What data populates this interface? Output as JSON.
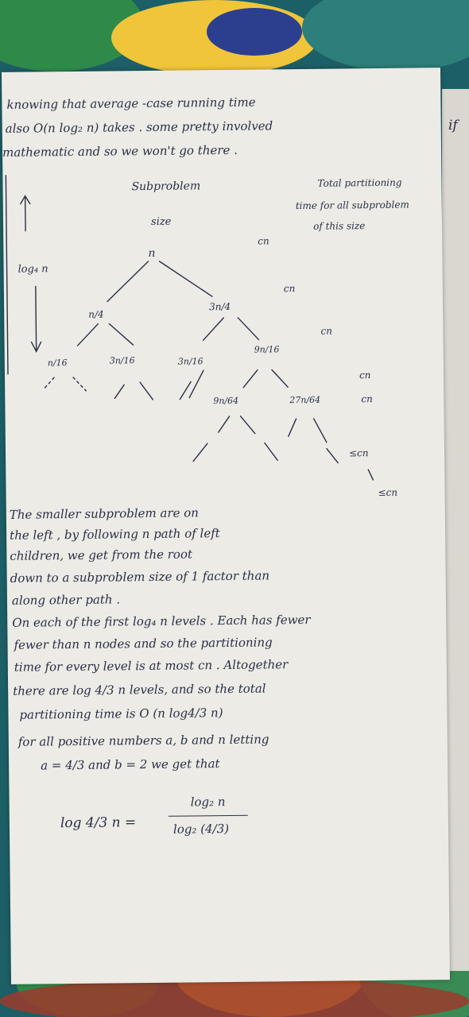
{
  "intro_lines": [
    "knowing that average -case running time",
    "also O(n log₂ n) takes . some pretty involved",
    "mathematic and so we won't go there ."
  ],
  "side_mark": "if",
  "tree": {
    "col_subproblem_size": "Subproblem",
    "col_subproblem_size_2": "size",
    "col_total": "Total partitioning",
    "col_total_2": "time for all subproblem",
    "col_total_3": "of this size",
    "height_label": "log₄ n",
    "root": "n",
    "level1": [
      "n/4",
      "3n/4"
    ],
    "level2": [
      "n/16",
      "3n/16",
      "3n/16",
      "9n/16"
    ],
    "level3": [
      "9n/64",
      "27n/64"
    ],
    "costs": [
      "cn",
      "cn",
      "cn",
      "cn",
      "cn",
      "≤cn",
      "≤cn"
    ]
  },
  "body_lines": [
    "The smaller subproblem are on",
    "the left , by following n path of left",
    "children, we get from the root",
    "down to a subproblem size of 1 factor than",
    "along other path .",
    "On each of the first log₄ n levels . Each has fewer",
    "fewer than n nodes and so the partitioning",
    "time for every level is at most cn . Altogether",
    "there are log 4/3 n levels, and so the total",
    "partitioning time is O (n log4/3 n)",
    "for all positive numbers a, b and n letting",
    "a = 4/3 and b = 2 we get that"
  ],
  "formula": {
    "lhs": "log 4/3 n =",
    "numerator": "log₂ n",
    "denominator": "log₂ (4/3)"
  }
}
